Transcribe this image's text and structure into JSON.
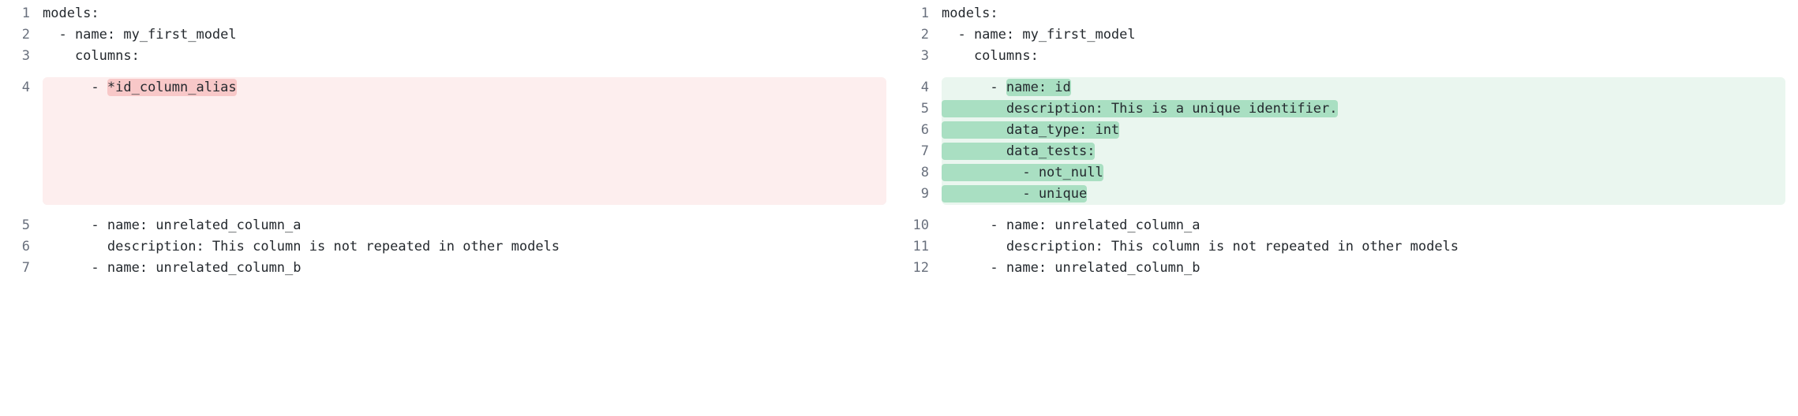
{
  "view": {
    "type": "side-by-side-code-diff",
    "language": "yaml",
    "colors": {
      "deleted_row_bg": "#fdeeee",
      "deleted_word_bg": "#f8c8c8",
      "added_row_bg": "#eaf6ef",
      "added_word_bg": "#a9dfc2",
      "filler_bg": "#ebedef",
      "code_text": "#24292e",
      "gutter_text": "#69707d",
      "page_bg": "#ffffff"
    }
  },
  "left_pane": {
    "name": "before",
    "lines": [
      {
        "number": "1",
        "text": "models:",
        "state": "context"
      },
      {
        "number": "2",
        "text": "  - name: my_first_model",
        "state": "context"
      },
      {
        "number": "3",
        "text": "    columns:",
        "state": "context"
      },
      {
        "number": "4",
        "prefix": "      - ",
        "highlight": "*id_column_alias",
        "suffix": "",
        "state": "deleted"
      },
      {
        "number": "5",
        "text": "      - name: unrelated_column_a",
        "state": "context"
      },
      {
        "number": "6",
        "text": "        description: This column is not repeated in other models",
        "state": "context"
      },
      {
        "number": "7",
        "text": "      - name: unrelated_column_b",
        "state": "context"
      }
    ]
  },
  "right_pane": {
    "name": "after",
    "lines": [
      {
        "number": "1",
        "text": "models:",
        "state": "context"
      },
      {
        "number": "2",
        "text": "  - name: my_first_model",
        "state": "context"
      },
      {
        "number": "3",
        "text": "    columns:",
        "state": "context"
      },
      {
        "number": "4",
        "prefix": "      - ",
        "highlight": "name: id",
        "suffix": "",
        "state": "added"
      },
      {
        "number": "5",
        "prefix": "",
        "highlight": "        description: This is a unique identifier.",
        "suffix": "",
        "state": "added"
      },
      {
        "number": "6",
        "prefix": "",
        "highlight": "        data_type: int",
        "suffix": "",
        "state": "added"
      },
      {
        "number": "7",
        "prefix": "",
        "highlight": "        data_tests:",
        "suffix": "",
        "state": "added"
      },
      {
        "number": "8",
        "prefix": "",
        "highlight": "          - not_null",
        "suffix": "",
        "state": "added"
      },
      {
        "number": "9",
        "prefix": "",
        "highlight": "          - unique",
        "suffix": "",
        "state": "added"
      },
      {
        "number": "10",
        "text": "      - name: unrelated_column_a",
        "state": "context"
      },
      {
        "number": "11",
        "text": "        description: This column is not repeated in other models",
        "state": "context"
      },
      {
        "number": "12",
        "text": "      - name: unrelated_column_b",
        "state": "context"
      }
    ]
  }
}
